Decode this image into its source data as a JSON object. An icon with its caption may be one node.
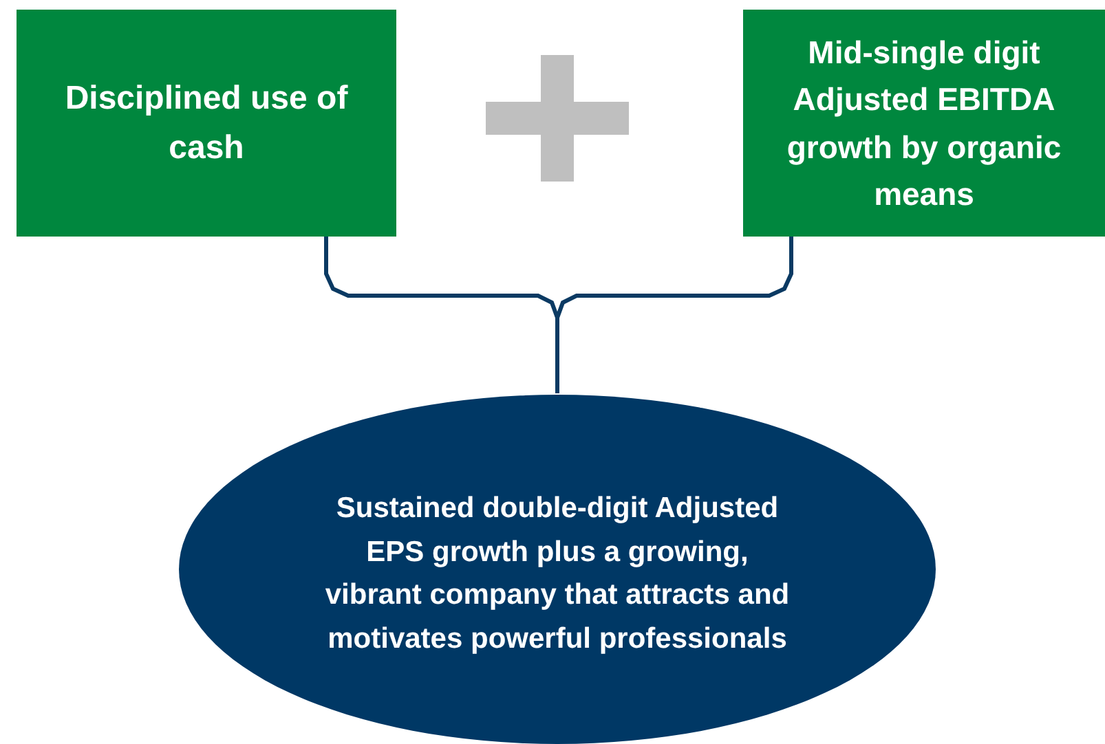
{
  "diagram": {
    "nodes": [
      {
        "text": [
          "Disciplined use of cash"
        ]
      },
      {
        "text": [
          "Mid-single digit Adjusted EBITDA growth by organic means"
        ]
      },
      {
        "text": [
          "Sustained double-digit Adjusted EPS growth plus a growing, vibrant company that attracts and motivates powerful professionals"
        ]
      }
    ],
    "edges": [
      {
        "from": 0,
        "to": 2,
        "arrow": "none"
      },
      {
        "from": 1,
        "to": 2,
        "arrow": "none"
      }
    ]
  }
}
